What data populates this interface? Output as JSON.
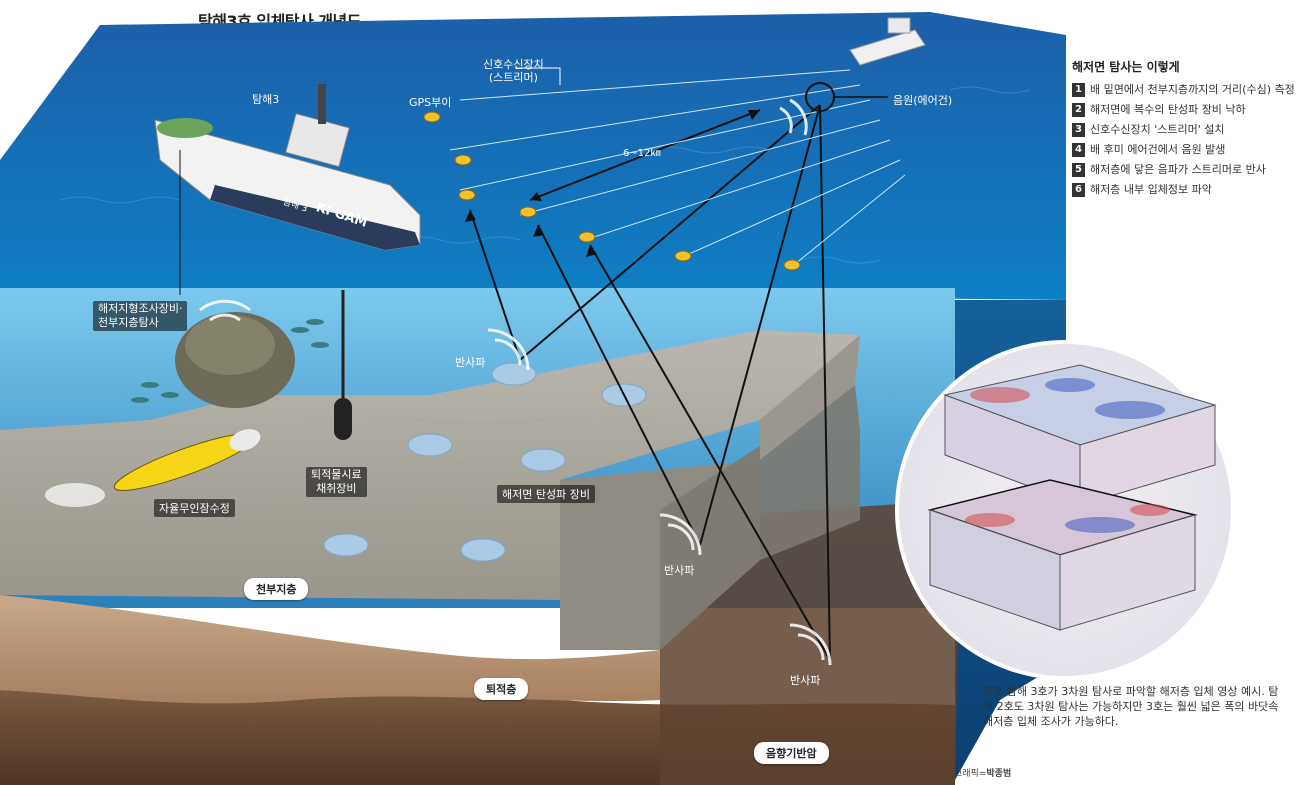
{
  "title": "탐해3호 입체탐사 개념도",
  "labels": {
    "ship": "탐해3",
    "gps_buoy": "GPS부이",
    "streamer_line1": "신호수신장치",
    "streamer_line2": "(스트리머)",
    "source": "음원(에어건)",
    "distance": "6~12㎞",
    "hull_text": "탐해 3",
    "hull_brand": "KI GAM",
    "survey_eq_line1": "해저지형조사장비·",
    "survey_eq_line2": "천부지층탐사",
    "reflect": "반사파",
    "sampler_line1": "퇴적물시료",
    "sampler_line2": "채취장비",
    "auv": "자율무인잠수정",
    "ocean_bottom": "해저면 탄성파 장비",
    "shallow_layer": "천부지층",
    "sediment": "퇴적층",
    "basement": "음향기반암"
  },
  "side": {
    "title": "해저면 탐사는 이렇게",
    "steps": [
      {
        "num": "1",
        "text": "배 밑면에서 천부지층까지의 거리(수심) 측정"
      },
      {
        "num": "2",
        "text": "해저면에 복수의 탄성파 장비 낙하"
      },
      {
        "num": "3",
        "text": "신호수신장치 '스트리머' 설치"
      },
      {
        "num": "4",
        "text": "배 후미 에어건에서 음원 발생"
      },
      {
        "num": "5",
        "text": "해저층에 닿은 음파가 스트리머로 반사"
      },
      {
        "num": "6",
        "text": "해저층 내부 입체정보 파악"
      }
    ]
  },
  "caption": "향후 탐해 3호가 3차원 탐사로 파악할 해저층 입체 영상 예시. 탐해 2호도 3차원 탐사는 가능하지만 3호는 훨씬 넓은 폭의 바닷속 해저층 입체 조사가 가능하다.",
  "credit_prefix": "그래픽=",
  "credit_name": "박종범"
}
